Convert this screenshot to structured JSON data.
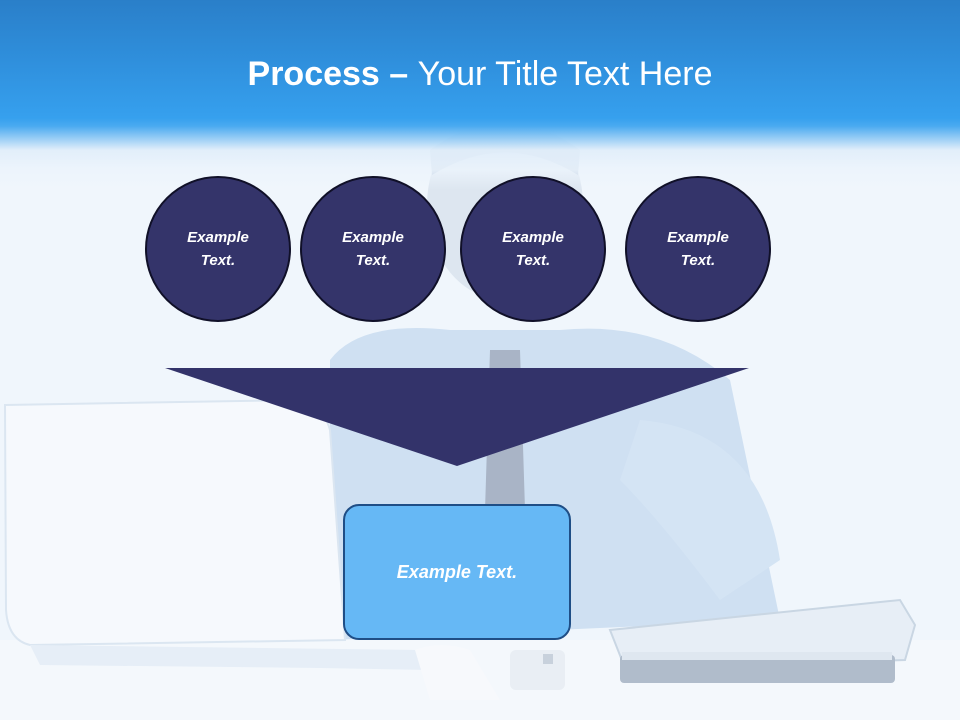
{
  "slide": {
    "title_bold": "Process",
    "title_dash": " – ",
    "title_rest": "Your Title Text Here",
    "circles": [
      {
        "label": "Example\nText."
      },
      {
        "label": "Example\nText."
      },
      {
        "label": "Example\nText."
      },
      {
        "label": "Example\nText."
      }
    ],
    "result_label": "Example Text."
  },
  "colors": {
    "header_blue": "#2f8fdc",
    "circle_fill": "#34346a",
    "funnel_fill": "#33336a",
    "result_fill": "#66b8f5",
    "result_border": "#1f4e86"
  }
}
